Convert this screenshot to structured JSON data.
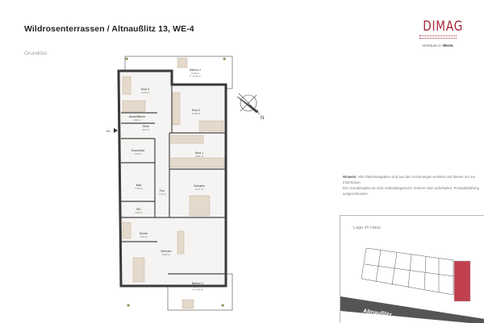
{
  "header": {
    "title": "Wildrosenterrassen / Altnaußlitz 13, WE-4",
    "subtitle": "Grundriss"
  },
  "logo": {
    "word": "DIMAG",
    "tagline_prefix": "Vertrauen in ",
    "tagline_bold": "Werte.",
    "color": "#a3283a"
  },
  "plan": {
    "entrance_label": "04",
    "compass_label": "N",
    "rooms": [
      {
        "name": "Balkon 2",
        "area": "13,28 m²",
        "area2": "½ = 6,64 m²"
      },
      {
        "name": "Kind 3",
        "area": "11,27 m²"
      },
      {
        "name": "Kind 2",
        "area": "12,90 m²"
      },
      {
        "name": "Abstellfläche",
        "area": "2,52 m²"
      },
      {
        "name": "Diele",
        "area": "8,11 m²"
      },
      {
        "name": "Duschbad",
        "area": "4,54 m²"
      },
      {
        "name": "Kind 1",
        "area": "10,81 m²"
      },
      {
        "name": "Bad",
        "area": "5,79 m²"
      },
      {
        "name": "Flur",
        "area": "7,71 m²"
      },
      {
        "name": "Schlafen",
        "area": "13,77 m²"
      },
      {
        "name": "WC",
        "area": "2,56 m²"
      },
      {
        "name": "Küche",
        "area": "6,60 m²"
      },
      {
        "name": "Wohnen",
        "area": "29,35 m²"
      },
      {
        "name": "Balkon 1",
        "area": "13,67 m²",
        "area2": "½ = 6,84 m²"
      }
    ]
  },
  "notice": {
    "label": "Hinweis:",
    "text1": " Alle Flächenangaben sind aus den Zeichnungen ermittelt und dienen nur zur Information.",
    "text2": "Der Grundrissplan ist nicht maßstabsgerecht. Irrtümer sind vorbehalten. Prospekthaftung ausgeschlossen."
  },
  "location": {
    "title": "Lage im Haus",
    "street": "Altnaußlitz",
    "highlight_color": "#c0404f"
  }
}
